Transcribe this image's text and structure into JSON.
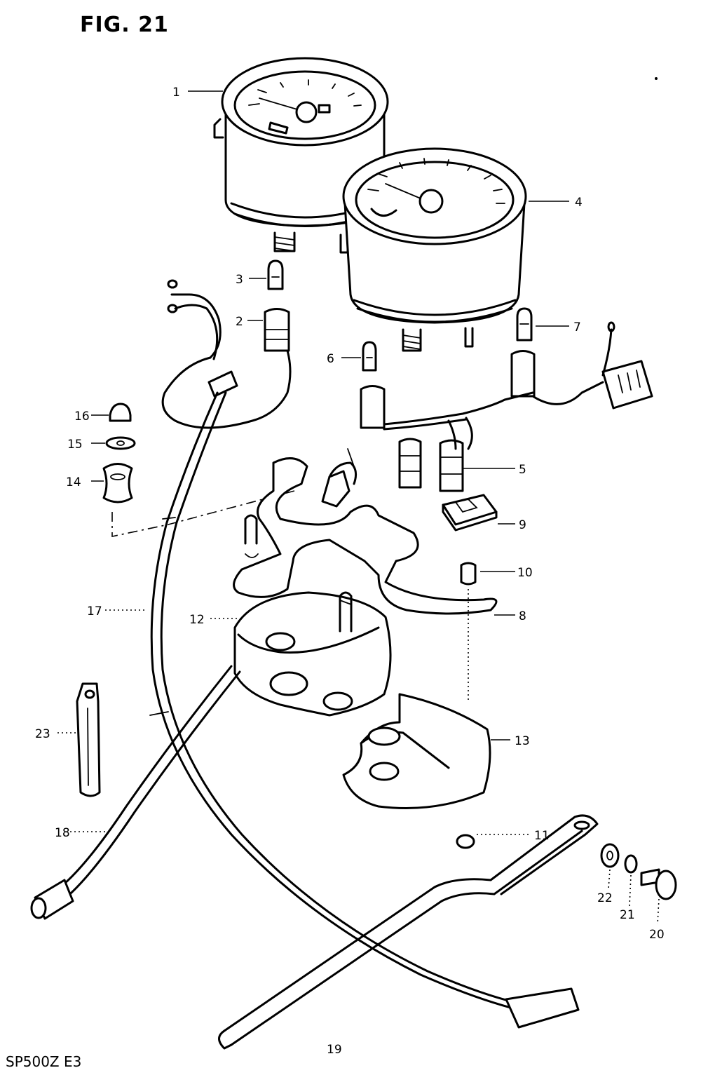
{
  "figure": {
    "title": "FIG. 21",
    "model_code": "SP500Z E3"
  },
  "callouts": [
    {
      "id": "1",
      "label": "1"
    },
    {
      "id": "2",
      "label": "2"
    },
    {
      "id": "3",
      "label": "3"
    },
    {
      "id": "4",
      "label": "4"
    },
    {
      "id": "5",
      "label": "5"
    },
    {
      "id": "6",
      "label": "6"
    },
    {
      "id": "7",
      "label": "7"
    },
    {
      "id": "8",
      "label": "8"
    },
    {
      "id": "9",
      "label": "9"
    },
    {
      "id": "10",
      "label": "10"
    },
    {
      "id": "11",
      "label": "11"
    },
    {
      "id": "12",
      "label": "12"
    },
    {
      "id": "13",
      "label": "13"
    },
    {
      "id": "14",
      "label": "14"
    },
    {
      "id": "15",
      "label": "15"
    },
    {
      "id": "16",
      "label": "16"
    },
    {
      "id": "17",
      "label": "17"
    },
    {
      "id": "18",
      "label": "18"
    },
    {
      "id": "19",
      "label": "19"
    },
    {
      "id": "20",
      "label": "20"
    },
    {
      "id": "21",
      "label": "21"
    },
    {
      "id": "22",
      "label": "22"
    },
    {
      "id": "23",
      "label": "23"
    }
  ]
}
